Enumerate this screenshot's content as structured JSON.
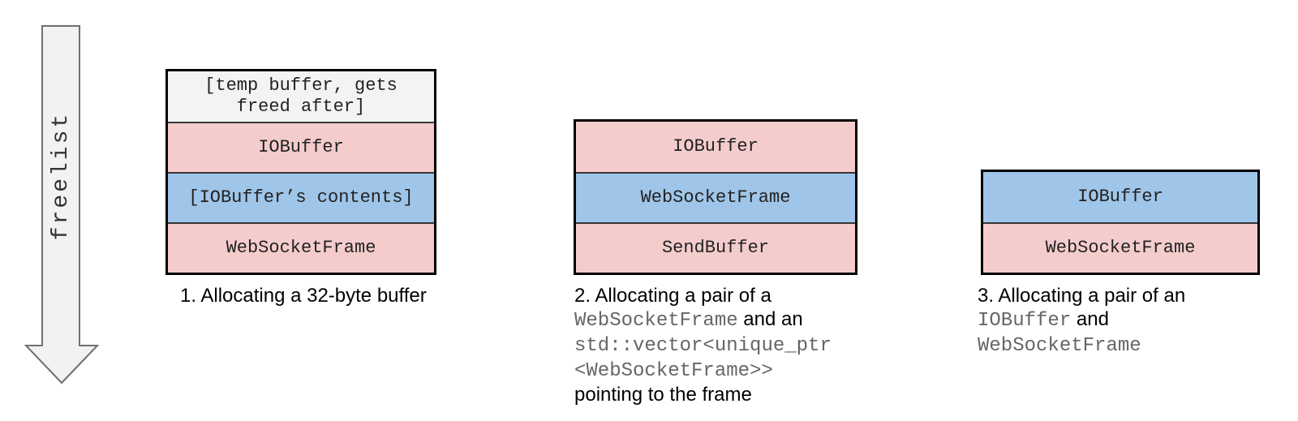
{
  "freelist": {
    "label": "freelist"
  },
  "colors": {
    "pink": "#f4cccc",
    "blue": "#9fc5e8",
    "gray": "#f3f3f3",
    "arrow_fill": "#f2f2f2",
    "arrow_stroke": "#707070",
    "box_border": "#000000",
    "box_text": "#222222",
    "caption_text": "#000000",
    "caption_mono_text": "#666666"
  },
  "stacks": [
    {
      "rows": [
        {
          "label": "[temp buffer, gets\nfreed after]",
          "color": "gray"
        },
        {
          "label": "IOBuffer",
          "color": "pink"
        },
        {
          "label": "[IOBuffer’s contents]",
          "color": "blue"
        },
        {
          "label": "WebSocketFrame",
          "color": "pink"
        }
      ],
      "caption_lines": [
        [
          {
            "text": "1. Allocating a 32-byte buffer",
            "mono": false
          }
        ]
      ]
    },
    {
      "rows": [
        {
          "label": "IOBuffer",
          "color": "pink"
        },
        {
          "label": "WebSocketFrame",
          "color": "blue"
        },
        {
          "label": "SendBuffer",
          "color": "pink"
        }
      ],
      "caption_lines": [
        [
          {
            "text": "2. Allocating a pair of a",
            "mono": false
          }
        ],
        [
          {
            "text": "WebSocketFrame",
            "mono": true
          },
          {
            "text": " and an",
            "mono": false
          }
        ],
        [
          {
            "text": "std::vector<unique_ptr",
            "mono": true
          }
        ],
        [
          {
            "text": "<WebSocketFrame>>",
            "mono": true
          }
        ],
        [
          {
            "text": "pointing to the frame",
            "mono": false
          }
        ]
      ]
    },
    {
      "rows": [
        {
          "label": "IOBuffer",
          "color": "blue"
        },
        {
          "label": "WebSocketFrame",
          "color": "pink"
        }
      ],
      "caption_lines": [
        [
          {
            "text": "3. Allocating a pair of an",
            "mono": false
          }
        ],
        [
          {
            "text": "IOBuffer",
            "mono": true
          },
          {
            "text": " and",
            "mono": false
          }
        ],
        [
          {
            "text": "WebSocketFrame",
            "mono": true
          }
        ]
      ]
    }
  ]
}
